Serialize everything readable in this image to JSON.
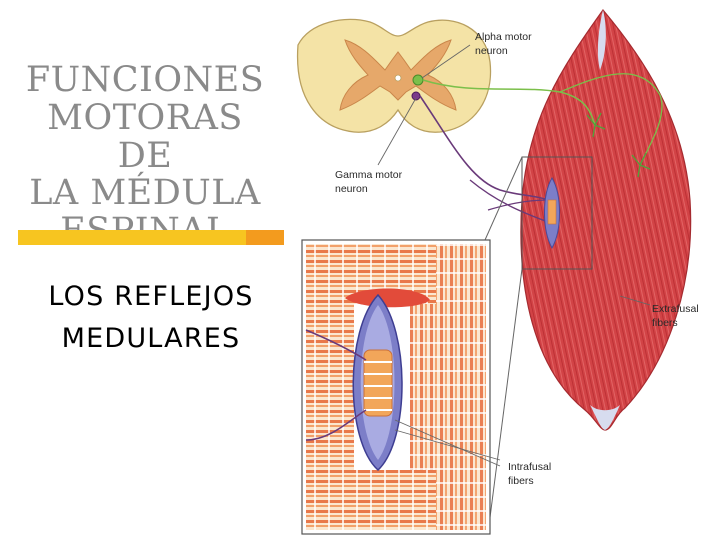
{
  "slide": {
    "title_lines": [
      "FUNCIONES",
      "MOTORAS DE",
      "LA MÉDULA",
      "ESPINAL"
    ],
    "subtitle_lines": [
      "LOS REFLEJOS",
      "MEDULARES"
    ],
    "accent_colors": {
      "bar_main": "#f7c520",
      "bar_end": "#f39b1e",
      "title_text": "#8a8a8a"
    }
  },
  "diagram": {
    "labels": {
      "alpha_line1": "Alpha motor",
      "alpha_line2": "neuron",
      "gamma_line1": "Gamma motor",
      "gamma_line2": "neuron",
      "extrafusal_line1": "Extrafusal",
      "extrafusal_line2": "fibers",
      "intrafusal_line1": "Intrafusal",
      "intrafusal_line2": "fibers"
    },
    "colors": {
      "muscle": "#cf3b3e",
      "spinal_white_matter": "#f4e3a6",
      "spinal_gray_matter": "#e6a86a",
      "nerve": "#6a3a7a",
      "spindle_capsule": "#7c7ec8",
      "intrafusal_fiber": "#f2a65a"
    }
  }
}
